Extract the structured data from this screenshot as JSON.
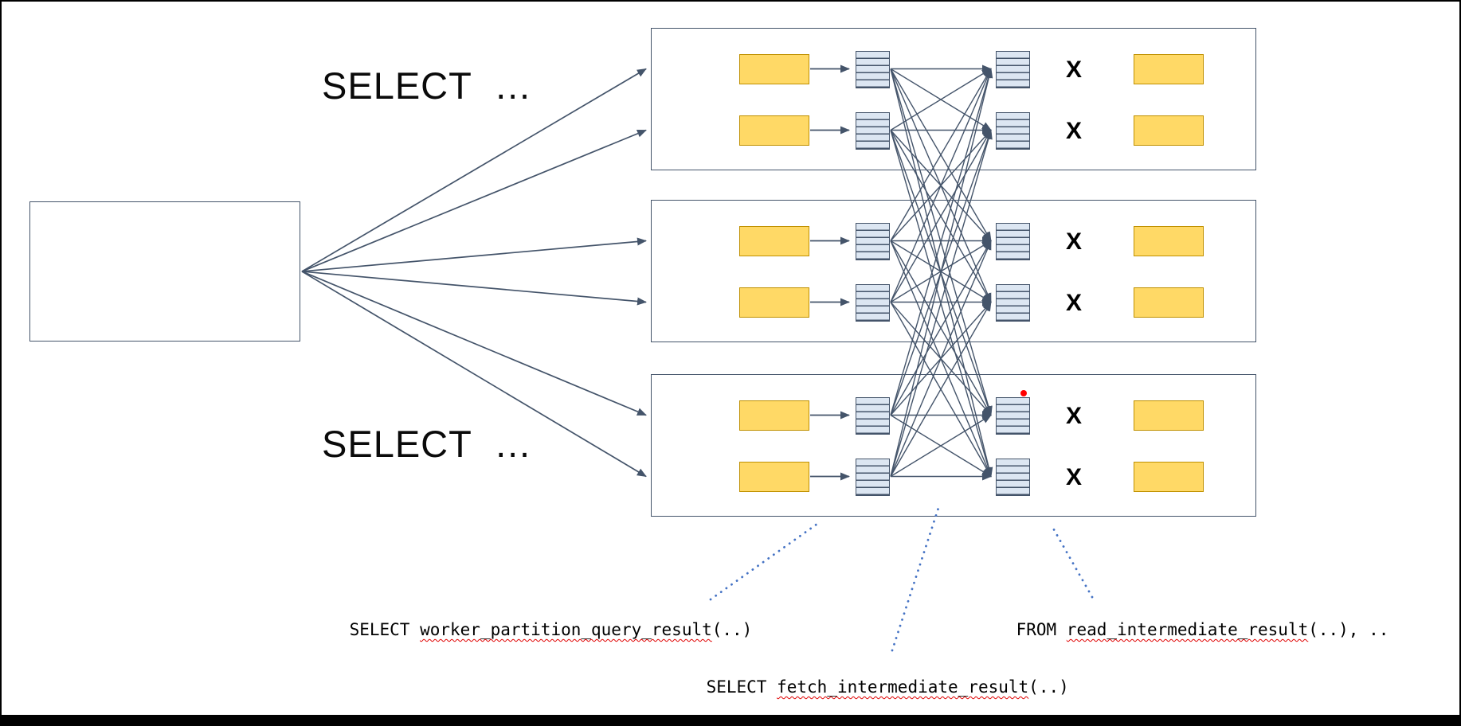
{
  "query_labels": {
    "top": "SELECT  …",
    "bottom": "SELECT  …"
  },
  "x_marker": "X",
  "annotations": {
    "partition": {
      "prefix": "SELECT ",
      "func": "worker_partition_query_result",
      "suffix": "(..)"
    },
    "fetch": {
      "prefix": "SELECT ",
      "func": "fetch_intermediate_result",
      "suffix": "(..)"
    },
    "read": {
      "prefix": "FROM ",
      "func": "read_intermediate_result",
      "suffix": "(..), .."
    }
  },
  "colors": {
    "line": "#44546A",
    "box_border": "#44546A",
    "table_fill": "#FFD966",
    "table_border": "#BF9000",
    "partition_fill": "#DCE6F2",
    "leader_dotted": "#4472C4",
    "marker_red": "#FF0000",
    "text": "#000000"
  }
}
